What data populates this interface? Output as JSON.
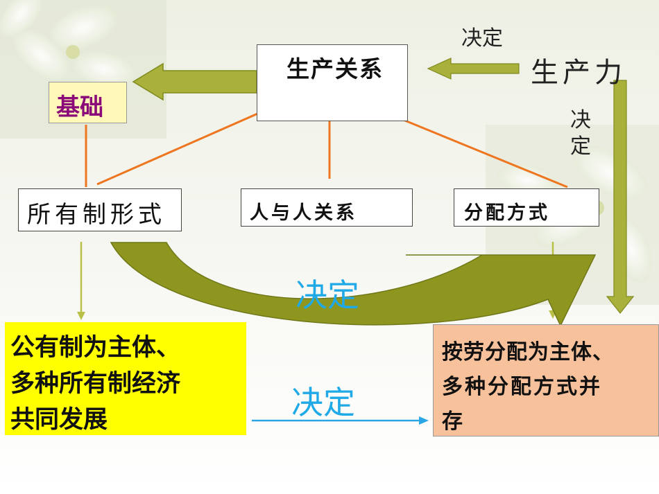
{
  "nodes": {
    "production_relations": "生产关系",
    "productivity": "生产力",
    "foundation": "基础",
    "ownership_form": "所有制形式",
    "human_relations": "人与人关系",
    "distribution_method": "分配方式",
    "public_ownership": [
      "公有制为主体、",
      "多种所有制经济",
      "共同发展"
    ],
    "labor_distribution": [
      "按劳分配为主体、",
      "多种分配方式并",
      "存"
    ]
  },
  "arrows": {
    "determine_top": "决定",
    "determine_right": [
      "决",
      "定"
    ],
    "determine_arc": "决定",
    "determine_bottom": "决定"
  },
  "colors": {
    "olive_arrow": "#a9b13a",
    "olive_dark": "#7f8a1e",
    "orange_line": "#ee7620",
    "thin_arrow": "#b8c046",
    "blue_text": "#1fa9e6",
    "blue_arrow": "#2aa6e6",
    "yellow_box": "#ffff00",
    "orange_box": "#f7c29b",
    "foundation_box": "#fff8b8",
    "foundation_text": "#8b0a7a"
  }
}
